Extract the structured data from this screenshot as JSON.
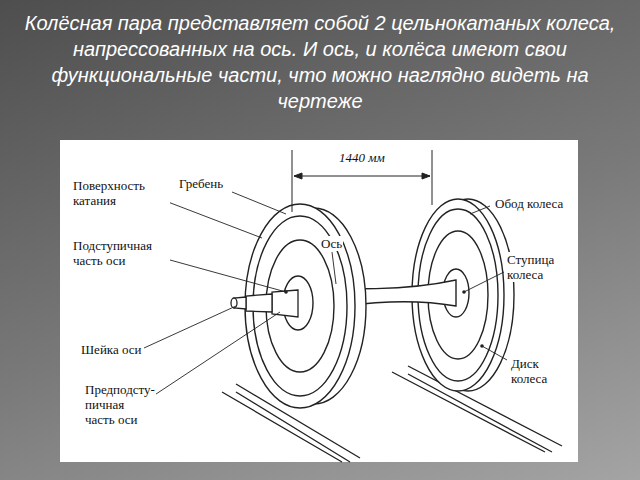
{
  "diagram": {
    "title": "Колёсная пара представляет собой 2 цельнокатаных колеса, напрессованных на ось. И ось, и колёса имеют свои функциональные части, что можно наглядно видеть на чертеже",
    "labels": [
      "1440 мм",
      "Поверхность катания",
      "Гребень",
      "Обод колеса",
      "Подступичная часть оси",
      "Ось",
      "Ступица колеса",
      "Шейка оси",
      "Диск колеса",
      "Предподсту- пичная часть оси"
    ]
  }
}
